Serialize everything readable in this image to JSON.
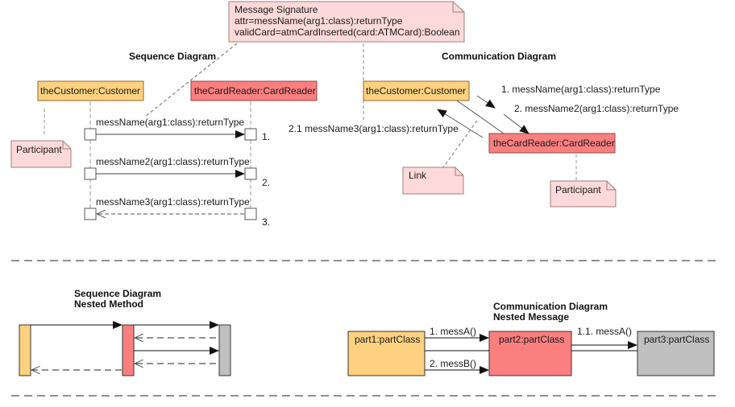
{
  "colors": {
    "customer": "#fdd17f",
    "cardreader": "#fb7f7f",
    "part3": "#c0c0c0",
    "note": "#fdd9d9",
    "note_border": "#a07070",
    "line": "#444444",
    "dash": "#888888"
  },
  "note_signature": {
    "lines": [
      "Message Signature",
      "attr=messName(arg1:class):returnType",
      "validCard=atmCardInserted(card:ATMCard):Boolean"
    ]
  },
  "sequence": {
    "title": "Sequence Diagram",
    "customer": "theCustomer:Customer",
    "cardreader": "theCardReader:CardReader",
    "participant_note": "Participant",
    "messages": [
      {
        "label": "messName(arg1:class):returnType",
        "num": "1.",
        "kind": "sync"
      },
      {
        "label": "messName2(arg1:class):returnType",
        "num": "2.",
        "kind": "sync"
      },
      {
        "label": "messName3(arg1:class):returnType",
        "num": "3.",
        "kind": "return"
      }
    ]
  },
  "communication": {
    "title": "Communication Diagram",
    "customer": "theCustomer:Customer",
    "cardreader": "theCardReader:CardReader",
    "msg1": "1. messName(arg1:class):returnType",
    "msg2": "2. messName2(arg1:class):returnType",
    "msg3": "2.1 messName3(arg1:class):returnType",
    "link_note": "Link",
    "participant_note": "Participant"
  },
  "nested_sequence": {
    "title_line1": "Sequence Diagram",
    "title_line2": "Nested Method"
  },
  "nested_communication": {
    "title_line1": "Communication Diagram",
    "title_line2": "Nested Message",
    "part1": "part1:partClass",
    "part2": "part2:partClass",
    "part3": "part3:partClass",
    "msgA": "1. messA()",
    "msgB": "2. messB()",
    "msgA_nested": "1.1. messA()"
  }
}
